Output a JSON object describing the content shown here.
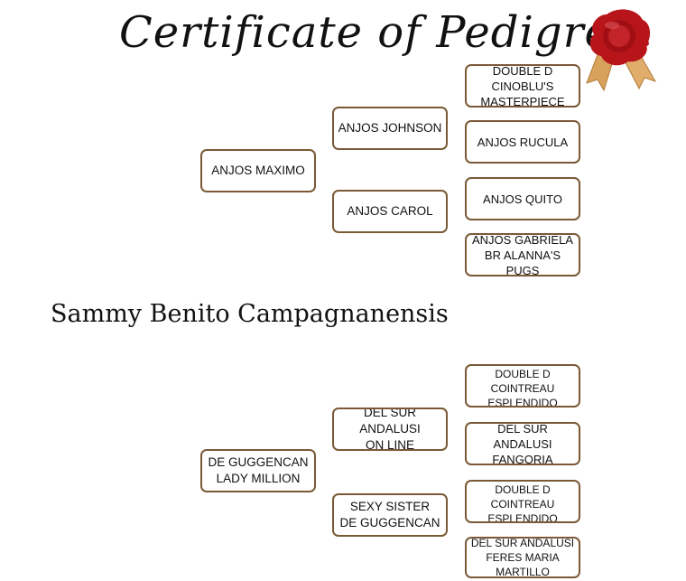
{
  "certificate": {
    "title": "Certificate of Pedigree",
    "seal_icon": "wax-seal-icon",
    "seal_colors": {
      "wax": "#b8151b",
      "ribbon": "#d9a25c"
    },
    "border_color": "#7a5a36"
  },
  "dog_name": "Sammy Benito Campagnanensis",
  "sire_line": {
    "parent": "ANJOS MAXIMO",
    "grandparents": [
      "ANJOS JOHNSON",
      "ANJOS CAROL"
    ],
    "great_grandparents": [
      "DOUBLE D CINOBLU'S\nMASTERPIECE",
      "ANJOS RUCULA",
      "ANJOS QUITO",
      "ANJOS GABRIELA\nBR ALANNA'S PUGS"
    ]
  },
  "dam_line": {
    "parent": "DE GUGGENCAN\nLADY MILLION",
    "grandparents": [
      "DEL SUR ANDALUSI\nON LINE",
      "SEXY SISTER\nDE GUGGENCAN"
    ],
    "great_grandparents": [
      "DOUBLE D\nCOINTREAU\nESPLENDIDO",
      "DEL SUR ANDALUSI\nFANGORIA",
      "DOUBLE D\nCOINTREAU\nESPLENDIDO",
      "DEL SUR ANDALUSI\nFERES MARIA MARTILLO"
    ]
  }
}
